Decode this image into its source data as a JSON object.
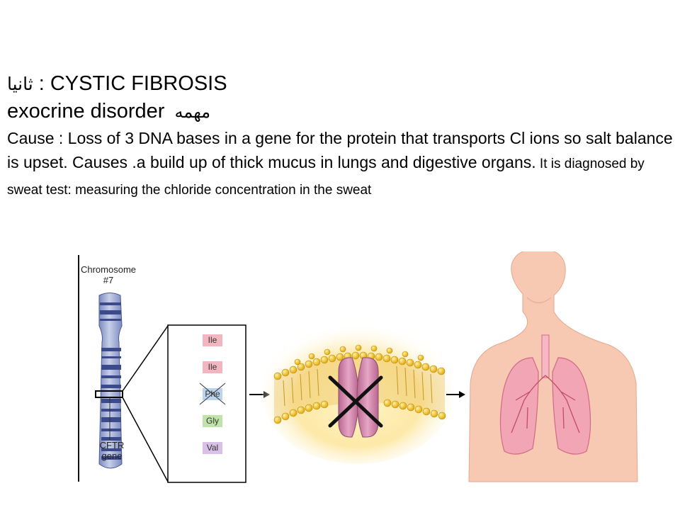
{
  "heading": {
    "arabic_prefix": "ثانيا",
    "english": ": CYSTIC FIBROSIS"
  },
  "subheading": {
    "english": "exocrine disorder",
    "arabic_note": "مهمه"
  },
  "body": {
    "cause_text": "Cause : Loss of 3 DNA bases in a gene for the protein that transports Cl ions so salt balance is upset. Causes .a build up of thick mucus in lungs and digestive organs.",
    "diagnosis_text": " It is diagnosed by sweat test: measuring the chloride concentration in the sweat"
  },
  "diagram": {
    "chromosome_label_line1": "Chromosome",
    "chromosome_label_line2": "#7",
    "gene_label_line1": "CFTR",
    "gene_label_line2": "gene",
    "amino_acids": [
      {
        "label": "Ile",
        "color": "#f2b6c0"
      },
      {
        "label": "Ile",
        "color": "#f2b6c0"
      },
      {
        "label": "Phe",
        "color": "#bcd3ec",
        "deleted": true
      },
      {
        "label": "Gly",
        "color": "#bfe3a8"
      },
      {
        "label": "Val",
        "color": "#d9c0e6"
      }
    ],
    "colors": {
      "chromosome": "#9aa6cf",
      "chromosome_band": "#3b4a8a",
      "membrane_head": "#f2c31a",
      "channel": "#d58fb4",
      "body_skin": "#f7c9b2",
      "lung": "#f1a5b5"
    }
  }
}
